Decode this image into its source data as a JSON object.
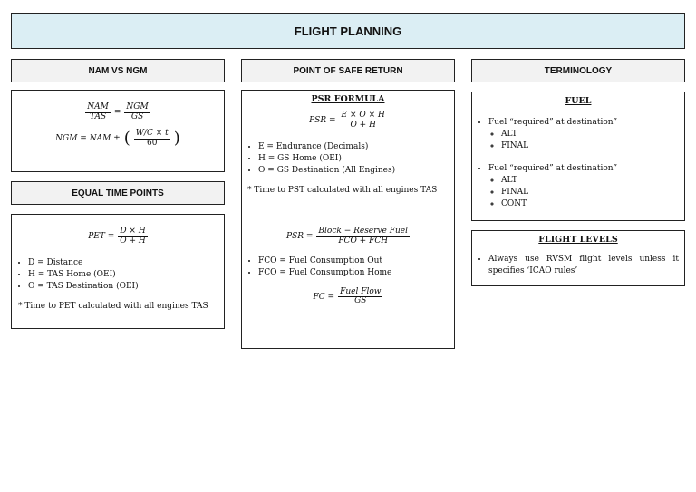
{
  "title": "FLIGHT PLANNING",
  "sections": {
    "nam_ngm": {
      "header": "NAM VS NGM",
      "eq1_lhs_num": "NAM",
      "eq1_lhs_den": "TAS",
      "eq1_op": "=",
      "eq1_rhs_num": "NGM",
      "eq1_rhs_den": "GS",
      "eq2_lhs": "NGM = NAM ±",
      "eq2_num": "W/C × t",
      "eq2_den": "60"
    },
    "equal_time": {
      "header": "EQUAL TIME POINTS",
      "eq_lhs": "PET =",
      "eq_num": "D × H",
      "eq_den": "O + H",
      "bullets": [
        "D = Distance",
        "H = TAS Home (OEI)",
        "O = TAS Destination (OEI)"
      ],
      "note": "* Time to PET calculated with all engines TAS"
    },
    "psr": {
      "header": "POINT OF SAFE RETURN",
      "subtitle": "PSR FORMULA",
      "eq1_lhs": "PSR =",
      "eq1_num": "E × O × H",
      "eq1_den": "O + H",
      "bullets1": [
        "E = Endurance (Decimals)",
        "H = GS Home (OEI)",
        "O = GS Destination (All Engines)"
      ],
      "note": "* Time to PST calculated with all engines TAS",
      "eq2_lhs": "PSR =",
      "eq2_num": "Block − Reserve Fuel",
      "eq2_den": "FCO + FCH",
      "bullets2": [
        "FCO = Fuel Consumption Out",
        "FCO = Fuel Consumption Home"
      ],
      "eq3_lhs": "FC =",
      "eq3_num": "Fuel Flow",
      "eq3_den": "GS"
    },
    "terminology": {
      "header": "TERMINOLOGY",
      "fuel_title": "FUEL",
      "fuel_items": [
        {
          "label": "Fuel “required” at destination”",
          "subs": [
            "ALT",
            "FINAL"
          ]
        },
        {
          "label": "Fuel “required” at destination”",
          "subs": [
            "ALT",
            "FINAL",
            "CONT"
          ]
        }
      ],
      "fl_title": "FLIGHT LEVELS",
      "fl_item": "Always use RVSM flight levels unless it specifies ‘ICAO rules’"
    }
  }
}
